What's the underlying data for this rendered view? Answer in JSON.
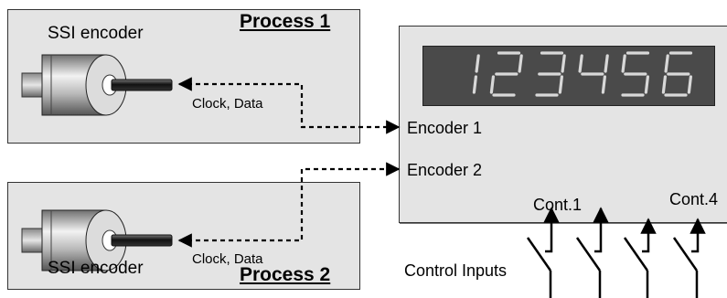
{
  "process1": {
    "title": "Process 1",
    "encoder_label": "SSI encoder",
    "signal_label": "Clock, Data"
  },
  "process2": {
    "title": "Process 2",
    "encoder_label": "SSI encoder",
    "signal_label": "Clock, Data"
  },
  "display_unit": {
    "display_value": "123456",
    "input1_label": "Encoder 1",
    "input2_label": "Encoder 2",
    "control_first_label": "Cont.1",
    "control_last_label": "Cont.4"
  },
  "control_inputs_label": "Control Inputs",
  "colors": {
    "panel": "#e4e4e4",
    "display_bg": "#4a4a4a",
    "segment": "#d8d8d8",
    "line": "#000000"
  }
}
